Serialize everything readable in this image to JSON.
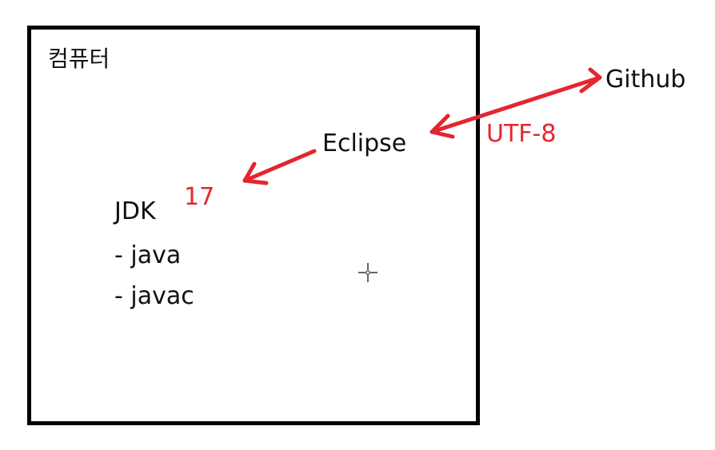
{
  "diagram": {
    "computer_label": "컴퓨터",
    "eclipse_label": "Eclipse",
    "github_label": "Github",
    "encoding_label": "UTF-8",
    "jdk_label": "JDK",
    "jdk_version": "17",
    "jdk_items": [
      "- java",
      "- javac"
    ]
  },
  "colors": {
    "box_border": "#000000",
    "text": "#111111",
    "accent_red": "#e3262f"
  },
  "icons": {
    "cursor": "crosshair-cursor-icon"
  }
}
